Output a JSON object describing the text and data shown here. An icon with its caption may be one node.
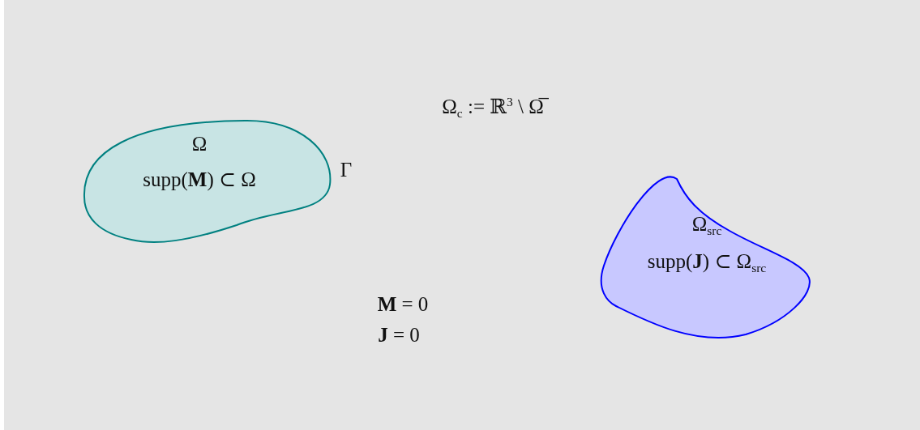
{
  "diagram": {
    "nodes": [
      {
        "text": [
          "Ω",
          "supp(**M**) ⊂ Ω"
        ],
        "beside": [
          "Γ"
        ]
      },
      {
        "text": [
          "Ω$_{src}$",
          "supp(**J**) ⊂ Ω$_{src}$"
        ]
      }
    ],
    "labels": [
      "Ω$_{c}$ := ℝ$^{3}$ \\ Ω̅",
      "**M** = 0",
      "**J** = 0"
    ]
  }
}
